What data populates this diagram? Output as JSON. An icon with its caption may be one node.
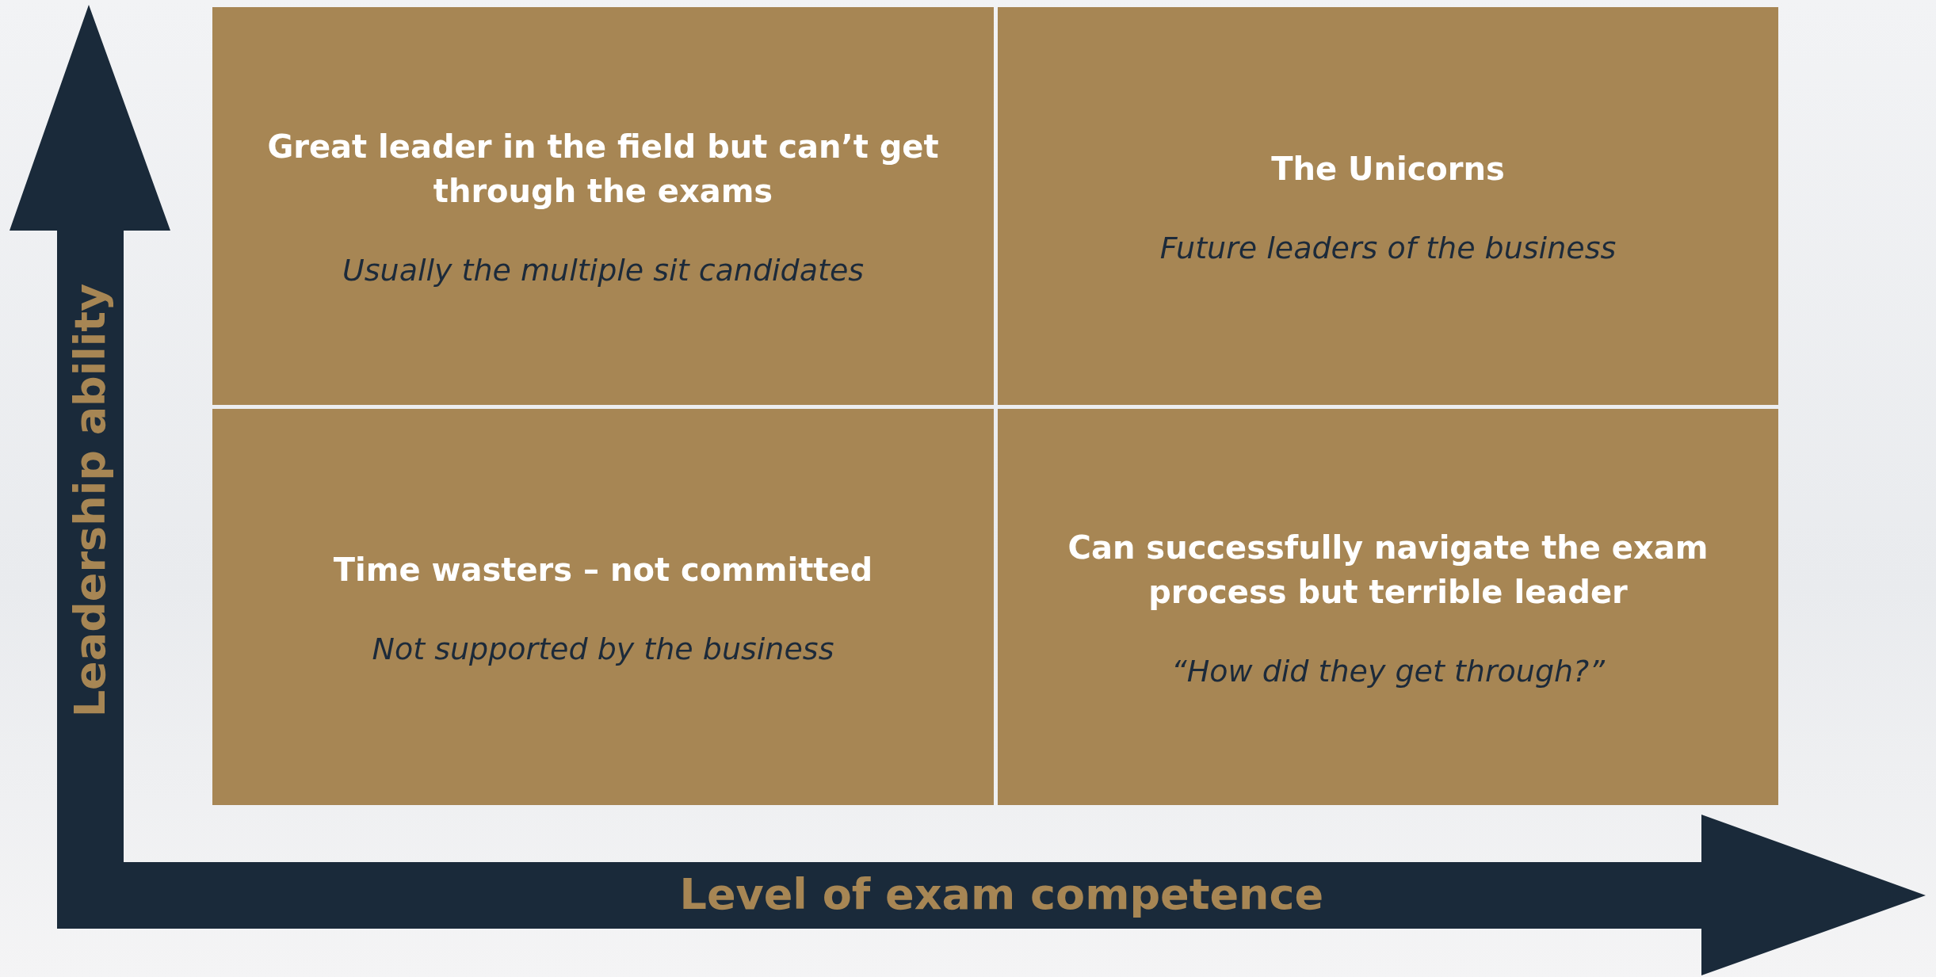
{
  "diagram": {
    "nodes": [
      {
        "text": [
          "Great leader in the field but can’t get through the exams",
          "Usually the multiple sit candidates"
        ]
      },
      {
        "text": [
          "The Unicorns",
          "Future leaders of the business"
        ]
      },
      {
        "text": [
          "Time wasters – not committed",
          "Not supported by the business"
        ]
      },
      {
        "text": [
          "Can successfully navigate the exam process but terrible leader",
          "“How did they get through?”"
        ]
      }
    ],
    "edges": [],
    "labels": [
      "Leadership ability",
      "Level of exam competence"
    ]
  }
}
